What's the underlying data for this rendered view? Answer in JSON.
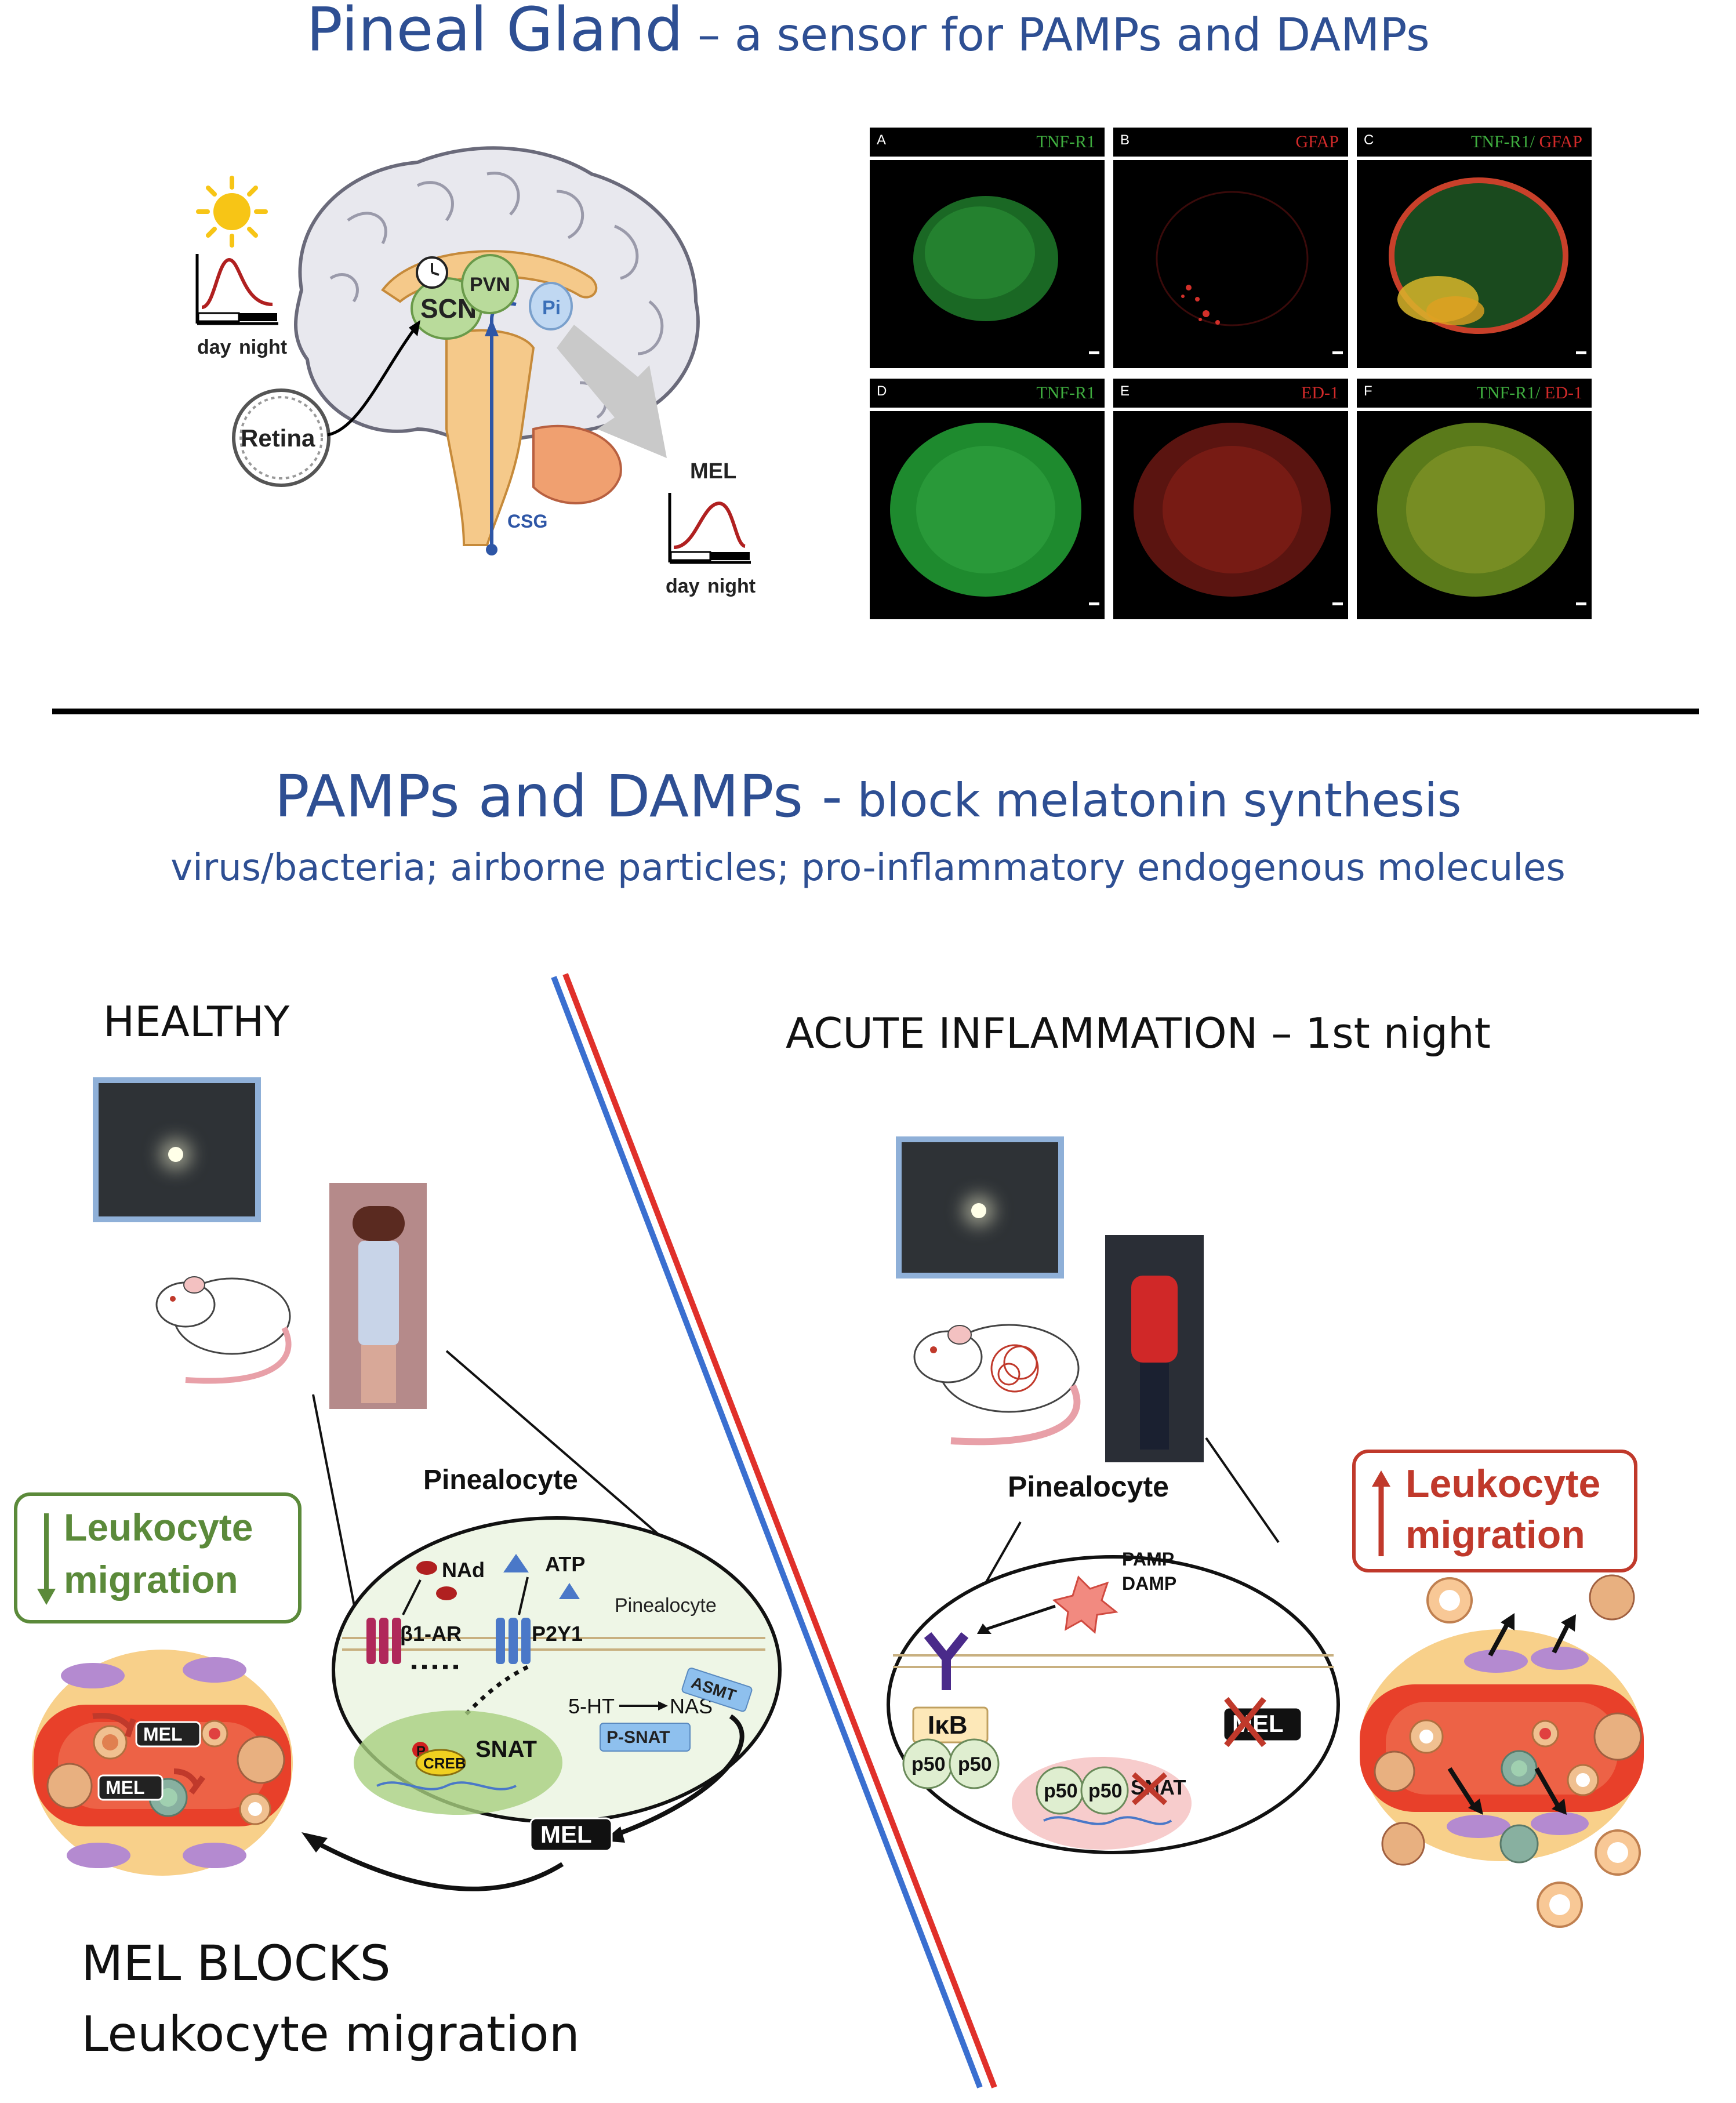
{
  "header": {
    "title_main": "Pineal Gland",
    "title_rest": " – a sensor for PAMPs and DAMPs"
  },
  "brain_diagram": {
    "labels": {
      "day": "day",
      "night": "night",
      "scn": "SCN",
      "pvn": "PVN",
      "pi": "Pi",
      "retina": "Retina",
      "mel": "MEL",
      "csg": "CSG"
    }
  },
  "micrographs": {
    "panels": [
      {
        "letter": "A",
        "tag1": "TNF-R1",
        "tag1_color": "#3fae3f",
        "tag2": "",
        "tag2_color": ""
      },
      {
        "letter": "B",
        "tag1": "GFAP",
        "tag1_color": "#d22a2a",
        "tag2": "",
        "tag2_color": ""
      },
      {
        "letter": "C",
        "tag1": "TNF-R1/",
        "tag1_color": "#3fae3f",
        "tag2": " GFAP",
        "tag2_color": "#d22a2a"
      },
      {
        "letter": "D",
        "tag1": "TNF-R1",
        "tag1_color": "#3fae3f",
        "tag2": "",
        "tag2_color": ""
      },
      {
        "letter": "E",
        "tag1": "ED-1",
        "tag1_color": "#d22a2a",
        "tag2": "",
        "tag2_color": ""
      },
      {
        "letter": "F",
        "tag1": "TNF-R1/",
        "tag1_color": "#3fae3f",
        "tag2": " ED-1",
        "tag2_color": "#d22a2a"
      }
    ]
  },
  "section2": {
    "title_main": "PAMPs and DAMPs -",
    "title_rest": " block melatonin synthesis",
    "subtitle": "virus/bacteria; airborne particles; pro-inflammatory endogenous molecules"
  },
  "healthy": {
    "label": "HEALTHY",
    "leukocyte_line1": "Leukocyte",
    "leukocyte_line2": "migration",
    "pinealocyte_title": "Pinealocyte",
    "cell_labels": {
      "nad": "NAd",
      "atp": "ATP",
      "pinealocyte": "Pinealocyte",
      "b1ar": "β1-AR",
      "p2y1": "P2Y1",
      "asmt": "ASMT",
      "pathway": "5-HT",
      "nas": "NAS",
      "psnat": "P-SNAT",
      "p": "P",
      "creb": "CREB",
      "snat": "SNAT",
      "mel": "MEL"
    },
    "vessel_mel": "MEL",
    "conclusion_line1": "MEL BLOCKS",
    "conclusion_line2": "Leukocyte migration"
  },
  "acute": {
    "label": "ACUTE INFLAMMATION – 1st night",
    "pinealocyte_title": "Pinealocyte",
    "pamp": "PAMP",
    "damp": "DAMP",
    "ikb": "IκB",
    "p50": "p50",
    "snat": "SNAT",
    "mel": "MEL",
    "leukocyte_line1": "Leukocyte",
    "leukocyte_line2": "migration"
  },
  "colors": {
    "title_blue": "#2e4f93",
    "healthy_green": "#5b8a3a",
    "acute_red": "#c0392b",
    "divider_red": "#e0302a",
    "divider_blue": "#3a6fd0"
  },
  "icons": [
    "sun-icon",
    "clock-icon",
    "moon-photo",
    "rat-illustration",
    "person-photo"
  ]
}
